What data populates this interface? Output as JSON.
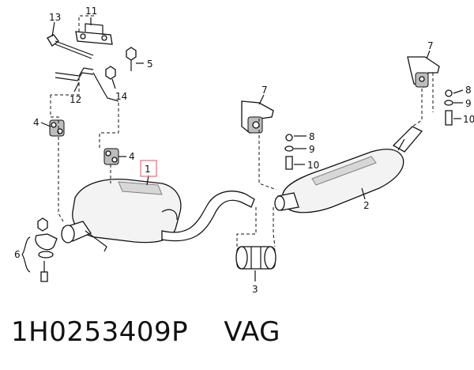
{
  "callouts": {
    "c1": "1",
    "c2": "2",
    "c3": "3",
    "c4a": "4",
    "c4b": "4",
    "c5": "5",
    "c6": "6",
    "c7a": "7",
    "c7b": "7",
    "c8a": "8",
    "c8b": "8",
    "c9a": "9",
    "c9b": "9",
    "c10a": "10",
    "c10b": "10",
    "c11": "11",
    "c12": "12",
    "c13": "13",
    "c14": "14"
  },
  "highlight_color": "#e57b8a",
  "caption": {
    "part_number": "1H0253409P",
    "brand": "VAG"
  }
}
